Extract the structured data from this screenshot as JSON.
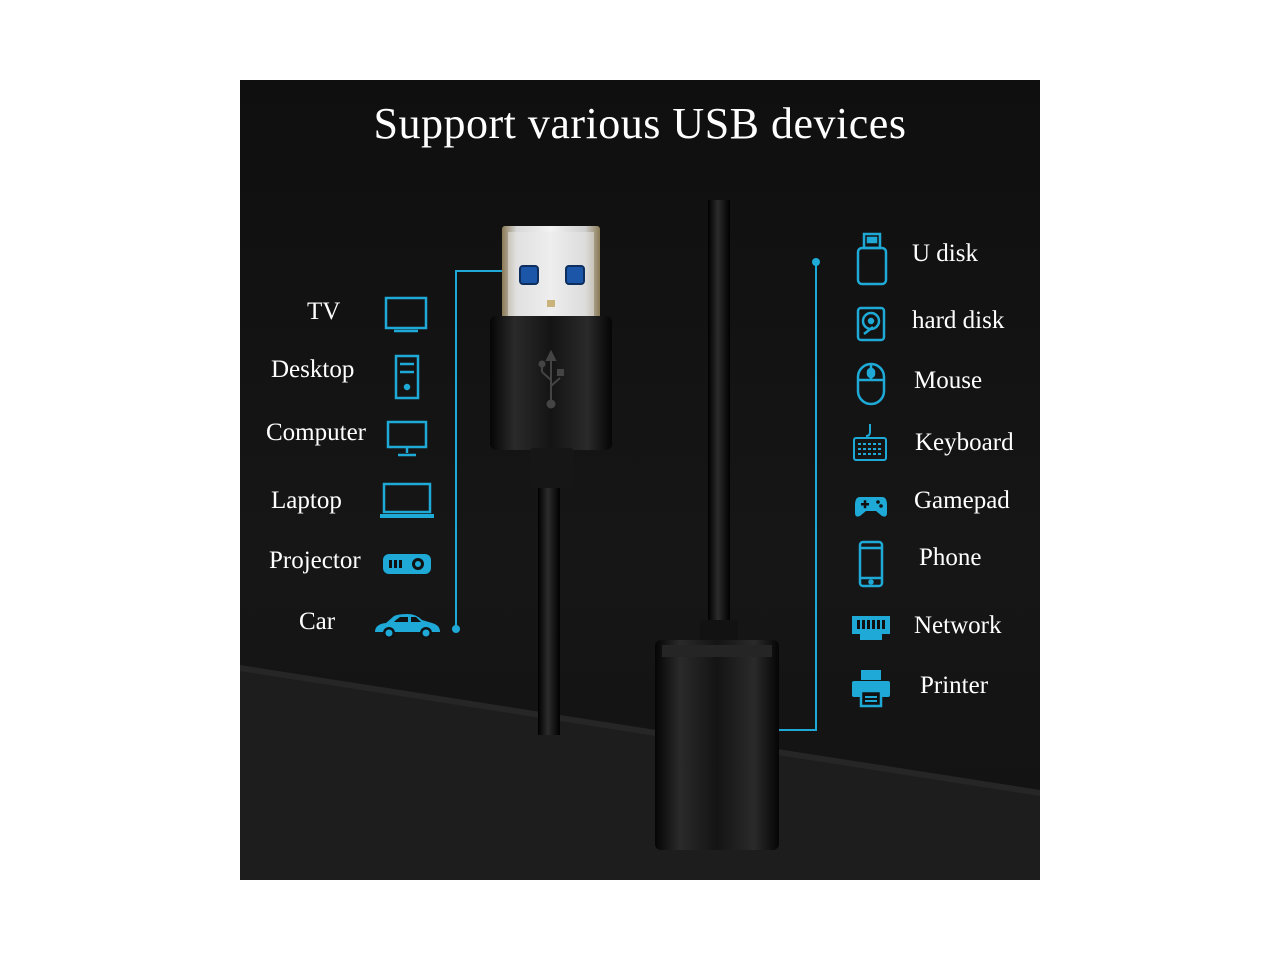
{
  "title": "Support various USB devices",
  "accent_color": "#1ea9d6",
  "left_devices": [
    {
      "label": "TV",
      "icon": "tv-icon"
    },
    {
      "label": "Desktop",
      "icon": "desktop-tower-icon"
    },
    {
      "label": "Computer",
      "icon": "monitor-icon"
    },
    {
      "label": "Laptop",
      "icon": "laptop-icon"
    },
    {
      "label": "Projector",
      "icon": "projector-icon"
    },
    {
      "label": "Car",
      "icon": "car-icon"
    }
  ],
  "right_devices": [
    {
      "label": "U disk",
      "icon": "usb-drive-icon"
    },
    {
      "label": "hard disk",
      "icon": "hard-disk-icon"
    },
    {
      "label": "Mouse",
      "icon": "mouse-icon"
    },
    {
      "label": "Keyboard",
      "icon": "keyboard-icon"
    },
    {
      "label": "Gamepad",
      "icon": "gamepad-icon"
    },
    {
      "label": "Phone",
      "icon": "phone-icon"
    },
    {
      "label": "Network",
      "icon": "network-port-icon"
    },
    {
      "label": "Printer",
      "icon": "printer-icon"
    }
  ]
}
